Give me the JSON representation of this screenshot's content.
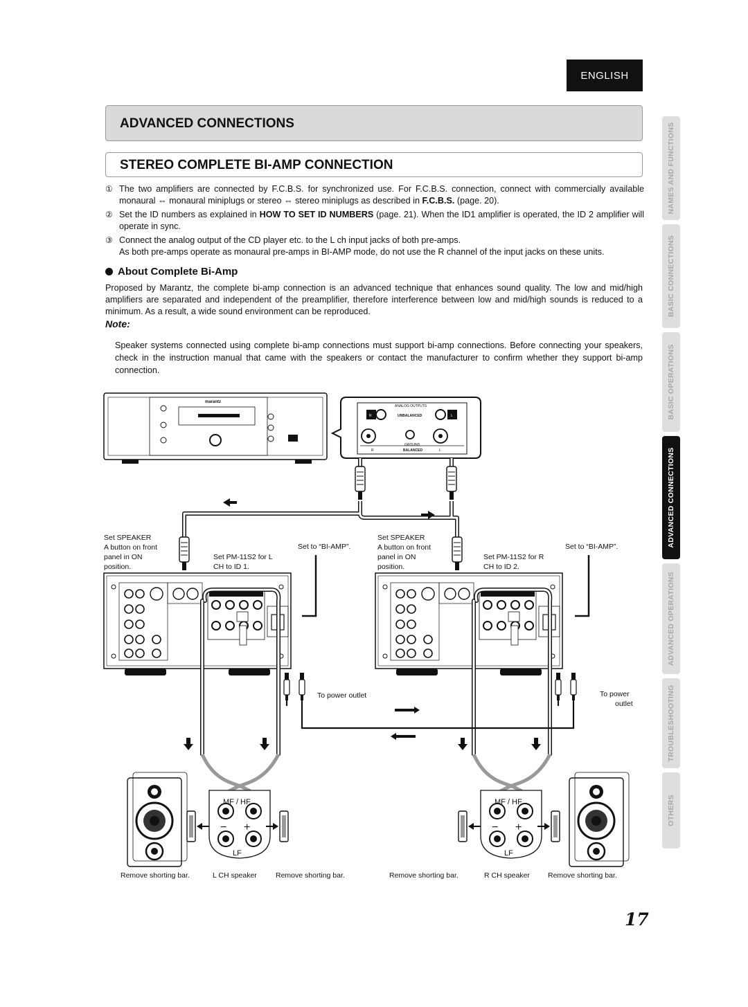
{
  "header": {
    "language": "ENGLISH"
  },
  "section": {
    "title": "ADVANCED CONNECTIONS"
  },
  "subsection": {
    "title": "STEREO COMPLETE BI-AMP CONNECTION"
  },
  "steps": [
    {
      "num": "①",
      "before": "The two amplifiers are connected by F.C.B.S. for synchronized use. For F.C.B.S. connection, connect with commercially available monaural ⇔ monaural miniplugs or stereo ⇔ stereo miniplugs as described in ",
      "bold": "F.C.B.S.",
      "after": " (page. 20)."
    },
    {
      "num": "②",
      "before": "Set the ID numbers as explained in ",
      "bold": "HOW TO SET ID NUMBERS",
      "after": " (page. 21). When the ID1 amplifier is operated, the ID 2 amplifier will operate in sync."
    },
    {
      "num": "③",
      "before": "Connect the analog output of the CD player etc. to the L ch input jacks of both pre-amps.",
      "bold": "",
      "after": "",
      "extra": "As both pre-amps operate as monaural pre-amps in BI-AMP mode, do not use the R channel of the input jacks on these units."
    }
  ],
  "about": {
    "title": "About Complete Bi-Amp",
    "text": "Proposed by Marantz, the complete bi-amp connection is an advanced technique that enhances sound quality. The low and mid/high amplifiers are separated and independent of the preamplifier, therefore interference between low and mid/high sounds is reduced to a minimum. As a result, a wide sound environment can be reproduced."
  },
  "note": {
    "heading": "Note:",
    "text": "Speaker systems connected using complete bi-amp connections must support bi-amp connections. Before connecting your speakers, check in the instruction manual that came with the speakers or contact the manufacturer to confirm whether they support bi-amp connection."
  },
  "side_tabs": [
    {
      "label": "NAMES AND FUNCTIONS",
      "active": false
    },
    {
      "label": "BASIC CONNECTIONS",
      "active": false
    },
    {
      "label": "BASIC OPERATIONS",
      "active": false
    },
    {
      "label": "ADVANCED CONNECTIONS",
      "active": true
    },
    {
      "label": "ADVANCED OPERATIONS",
      "active": false
    },
    {
      "label": "TROUBLESHOOTING",
      "active": false
    },
    {
      "label": "OTHERS",
      "active": false
    }
  ],
  "diagram": {
    "cd_panel": {
      "brand": "marantz",
      "analog_outputs": "ANALOG OUTPUTS",
      "unbalanced": "UNBALANCED",
      "balanced": "BALANCED",
      "r": "R",
      "l": "L",
      "ground": "GROUND"
    },
    "left_amp": {
      "set_speaker_1": "Set SPEAKER",
      "set_speaker_2": "A button on front",
      "set_speaker_3": "panel in ON",
      "set_speaker_4": "position.",
      "set_bi_amp": "Set to “BI-AMP”.",
      "set_id_1": "Set PM-11S2 for L",
      "set_id_2": "CH to ID 1.",
      "power": "To power outlet"
    },
    "right_amp": {
      "set_speaker_1": "Set SPEAKER",
      "set_speaker_2": "A button on front",
      "set_speaker_3": "panel in ON",
      "set_speaker_4": "position.",
      "set_bi_amp": "Set to “BI-AMP”.",
      "set_id_1": "Set PM-11S2 for R",
      "set_id_2": "CH to ID 2.",
      "power_1": "To power",
      "power_2": "outlet"
    },
    "speaker_terminal": {
      "mfhf": "MF / HF",
      "lf": "LF",
      "minus": "−",
      "plus": "+"
    },
    "bottom_labels": [
      "Remove shorting bar.",
      "L CH speaker",
      "Remove shorting bar.",
      "Remove shorting bar.",
      "R CH speaker",
      "Remove shorting bar."
    ]
  },
  "page_number": "17"
}
